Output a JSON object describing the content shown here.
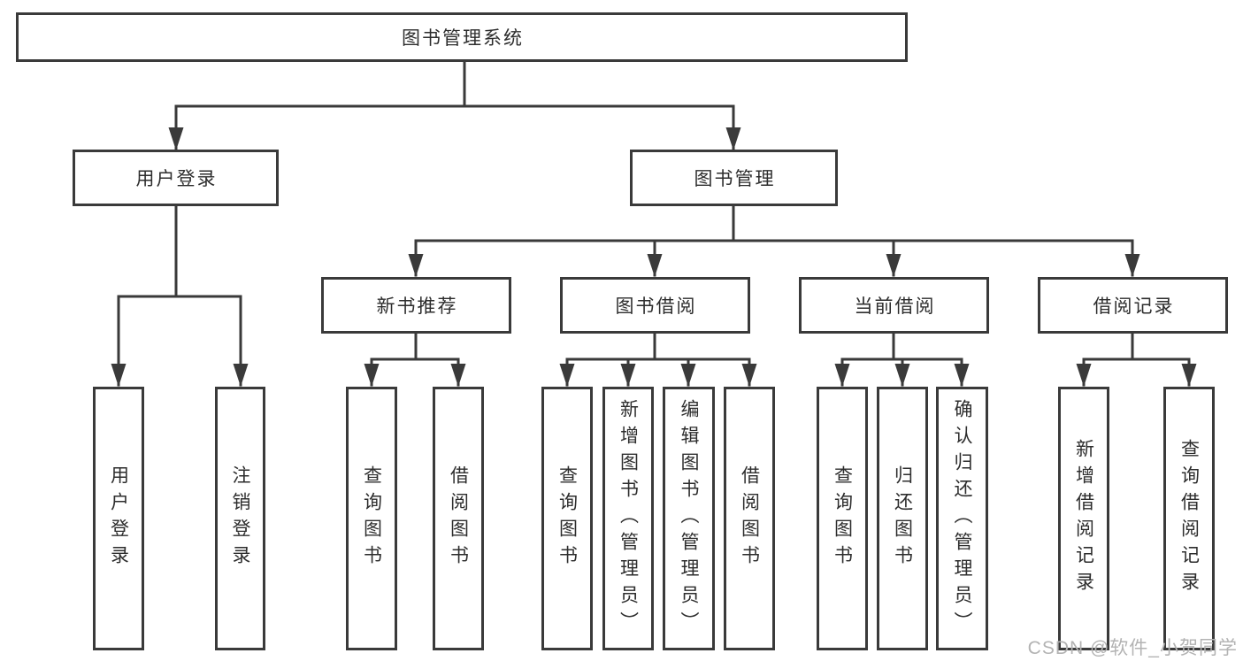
{
  "page": {
    "background": "#ffffff"
  },
  "colors": {
    "line": "#3a3a3a",
    "box_border": "#3a3a3a",
    "box_fill": "#ffffff",
    "text": "#2d2d2d",
    "watermark": "#b3b3b3"
  },
  "watermark": {
    "text": "CSDN @软件_小贺同学"
  },
  "diagram": {
    "type": "tree",
    "root": {
      "label": "图书管理系统"
    },
    "branches": [
      {
        "label": "用户登录",
        "children": [
          {
            "label": "用户登录"
          },
          {
            "label": "注销登录"
          }
        ]
      },
      {
        "label": "图书管理",
        "children": [
          {
            "label": "新书推荐",
            "children": [
              {
                "label": "查询图书"
              },
              {
                "label": "借阅图书"
              }
            ]
          },
          {
            "label": "图书借阅",
            "children": [
              {
                "label": "查询图书"
              },
              {
                "label": "新增图书（管理员）"
              },
              {
                "label": "编辑图书（管理员）"
              },
              {
                "label": "借阅图书"
              }
            ]
          },
          {
            "label": "当前借阅",
            "children": [
              {
                "label": "查询图书"
              },
              {
                "label": "归还图书"
              },
              {
                "label": "确认归还（管理员）"
              }
            ]
          },
          {
            "label": "借阅记录",
            "children": [
              {
                "label": "新增借阅记录"
              },
              {
                "label": "查询借阅记录"
              }
            ]
          }
        ]
      }
    ]
  }
}
